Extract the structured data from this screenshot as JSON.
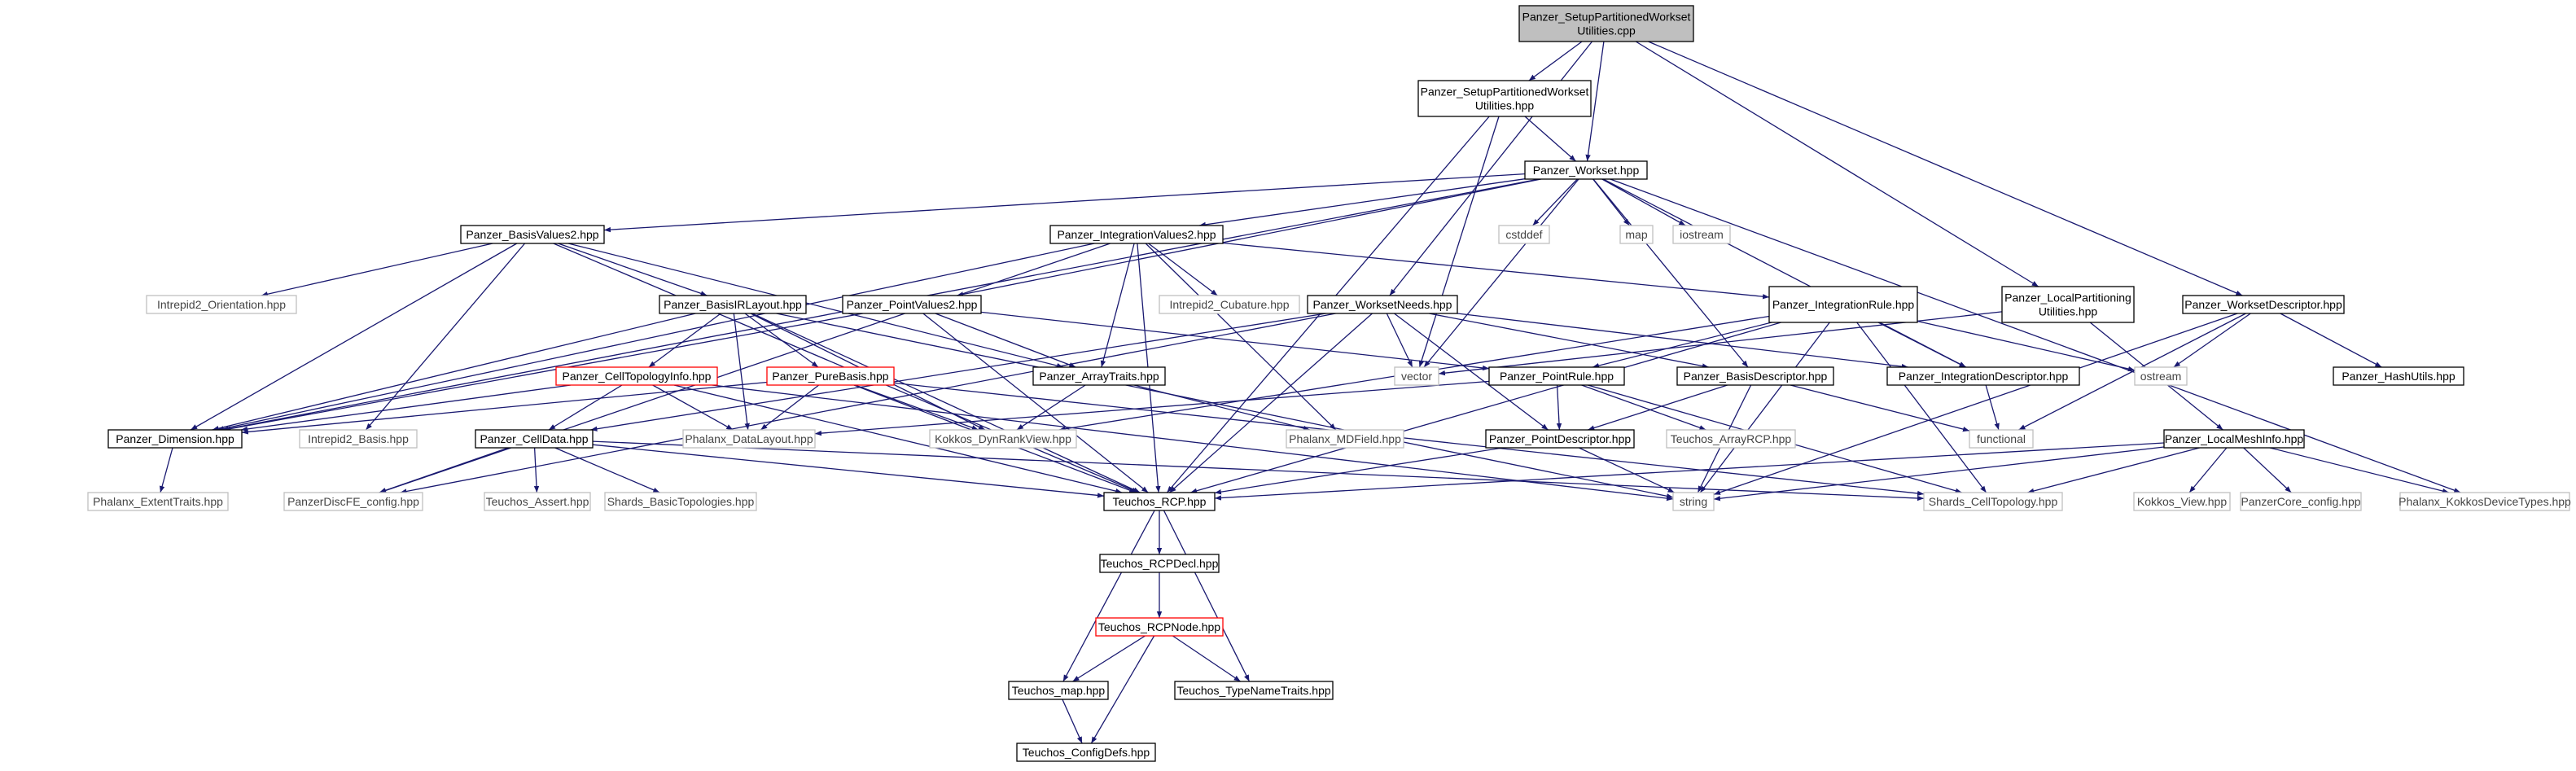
{
  "graph": {
    "nodes": {
      "root": {
        "lines": [
          "Panzer_SetupPartitionedWorkset",
          "Utilities.cpp"
        ],
        "kind": "root"
      },
      "setup_hpp": {
        "lines": [
          "Panzer_SetupPartitionedWorkset",
          "Utilities.hpp"
        ],
        "kind": "normal"
      },
      "workset": {
        "lines": [
          "Panzer_Workset.hpp"
        ],
        "kind": "normal"
      },
      "basisvalues2": {
        "lines": [
          "Panzer_BasisValues2.hpp"
        ],
        "kind": "normal"
      },
      "intvalues2": {
        "lines": [
          "Panzer_IntegrationValues2.hpp"
        ],
        "kind": "normal"
      },
      "cstddef": {
        "lines": [
          "cstddef"
        ],
        "kind": "external"
      },
      "map": {
        "lines": [
          "map"
        ],
        "kind": "external"
      },
      "iostream": {
        "lines": [
          "iostream"
        ],
        "kind": "external"
      },
      "intrepid2_orient": {
        "lines": [
          "Intrepid2_Orientation.hpp"
        ],
        "kind": "external"
      },
      "basisirlayout": {
        "lines": [
          "Panzer_BasisIRLayout.hpp"
        ],
        "kind": "normal"
      },
      "pointvalues2": {
        "lines": [
          "Panzer_PointValues2.hpp"
        ],
        "kind": "normal"
      },
      "intrepid2_cub": {
        "lines": [
          "Intrepid2_Cubature.hpp"
        ],
        "kind": "external"
      },
      "worksetneeds": {
        "lines": [
          "Panzer_WorksetNeeds.hpp"
        ],
        "kind": "normal"
      },
      "intrule": {
        "lines": [
          "Panzer_IntegrationRule.hpp"
        ],
        "kind": "normal"
      },
      "localpart": {
        "lines": [
          "Panzer_LocalPartitioning",
          "Utilities.hpp"
        ],
        "kind": "normal"
      },
      "worksetdesc": {
        "lines": [
          "Panzer_WorksetDescriptor.hpp"
        ],
        "kind": "normal"
      },
      "celltopoinfo": {
        "lines": [
          "Panzer_CellTopologyInfo.hpp"
        ],
        "kind": "red"
      },
      "purebasis": {
        "lines": [
          "Panzer_PureBasis.hpp"
        ],
        "kind": "red"
      },
      "arraytraits": {
        "lines": [
          "Panzer_ArrayTraits.hpp"
        ],
        "kind": "normal"
      },
      "vector": {
        "lines": [
          "vector"
        ],
        "kind": "external"
      },
      "pointrule": {
        "lines": [
          "Panzer_PointRule.hpp"
        ],
        "kind": "normal"
      },
      "basisdesc": {
        "lines": [
          "Panzer_BasisDescriptor.hpp"
        ],
        "kind": "normal"
      },
      "intdesc": {
        "lines": [
          "Panzer_IntegrationDescriptor.hpp"
        ],
        "kind": "normal"
      },
      "ostream": {
        "lines": [
          "ostream"
        ],
        "kind": "external"
      },
      "hashutils": {
        "lines": [
          "Panzer_HashUtils.hpp"
        ],
        "kind": "normal"
      },
      "dimension": {
        "lines": [
          "Panzer_Dimension.hpp"
        ],
        "kind": "normal"
      },
      "intrepid2_basis": {
        "lines": [
          "Intrepid2_Basis.hpp"
        ],
        "kind": "external"
      },
      "celldata": {
        "lines": [
          "Panzer_CellData.hpp"
        ],
        "kind": "normal"
      },
      "datalayout": {
        "lines": [
          "Phalanx_DataLayout.hpp"
        ],
        "kind": "external"
      },
      "dynrankview": {
        "lines": [
          "Kokkos_DynRankView.hpp"
        ],
        "kind": "external"
      },
      "mdfield": {
        "lines": [
          "Phalanx_MDField.hpp"
        ],
        "kind": "external"
      },
      "pointdesc": {
        "lines": [
          "Panzer_PointDescriptor.hpp"
        ],
        "kind": "normal"
      },
      "arrayrcp": {
        "lines": [
          "Teuchos_ArrayRCP.hpp"
        ],
        "kind": "external"
      },
      "functional": {
        "lines": [
          "functional"
        ],
        "kind": "external"
      },
      "localmeshinfo": {
        "lines": [
          "Panzer_LocalMeshInfo.hpp"
        ],
        "kind": "normal"
      },
      "kokkosdevtypes": {
        "lines": [
          "Phalanx_KokkosDeviceTypes.hpp"
        ],
        "kind": "external"
      },
      "extenttraits": {
        "lines": [
          "Phalanx_ExtentTraits.hpp"
        ],
        "kind": "external"
      },
      "discfe": {
        "lines": [
          "PanzerDiscFE_config.hpp"
        ],
        "kind": "external"
      },
      "assert": {
        "lines": [
          "Teuchos_Assert.hpp"
        ],
        "kind": "external"
      },
      "basictopo": {
        "lines": [
          "Shards_BasicTopologies.hpp"
        ],
        "kind": "external"
      },
      "rcp": {
        "lines": [
          "Teuchos_RCP.hpp"
        ],
        "kind": "normal"
      },
      "string": {
        "lines": [
          "string"
        ],
        "kind": "external"
      },
      "celltopology": {
        "lines": [
          "Shards_CellTopology.hpp"
        ],
        "kind": "external"
      },
      "kokkosview": {
        "lines": [
          "Kokkos_View.hpp"
        ],
        "kind": "external"
      },
      "corecfg": {
        "lines": [
          "PanzerCore_config.hpp"
        ],
        "kind": "external"
      },
      "rcpdecl": {
        "lines": [
          "Teuchos_RCPDecl.hpp"
        ],
        "kind": "normal"
      },
      "rcpnode": {
        "lines": [
          "Teuchos_RCPNode.hpp"
        ],
        "kind": "red"
      },
      "tmap": {
        "lines": [
          "Teuchos_map.hpp"
        ],
        "kind": "normal"
      },
      "typenametraits": {
        "lines": [
          "Teuchos_TypeNameTraits.hpp"
        ],
        "kind": "normal"
      },
      "configdefs": {
        "lines": [
          "Teuchos_ConfigDefs.hpp"
        ],
        "kind": "normal"
      }
    },
    "edges": [
      [
        "root",
        "setup_hpp"
      ],
      [
        "root",
        "workset"
      ],
      [
        "root",
        "worksetneeds"
      ],
      [
        "root",
        "localpart"
      ],
      [
        "root",
        "worksetdesc"
      ],
      [
        "setup_hpp",
        "workset"
      ],
      [
        "setup_hpp",
        "vector"
      ],
      [
        "setup_hpp",
        "rcp"
      ],
      [
        "workset",
        "basisvalues2"
      ],
      [
        "workset",
        "intvalues2"
      ],
      [
        "workset",
        "cstddef"
      ],
      [
        "workset",
        "map"
      ],
      [
        "workset",
        "iostream"
      ],
      [
        "workset",
        "pointvalues2"
      ],
      [
        "workset",
        "vector"
      ],
      [
        "workset",
        "basisdesc"
      ],
      [
        "workset",
        "intdesc"
      ],
      [
        "workset",
        "dimension"
      ],
      [
        "workset",
        "kokkosdevtypes"
      ],
      [
        "basisvalues2",
        "intrepid2_orient"
      ],
      [
        "basisvalues2",
        "basisirlayout"
      ],
      [
        "basisvalues2",
        "arraytraits"
      ],
      [
        "basisvalues2",
        "dimension"
      ],
      [
        "basisvalues2",
        "intrepid2_basis"
      ],
      [
        "basisvalues2",
        "rcp"
      ],
      [
        "intvalues2",
        "intrepid2_cub"
      ],
      [
        "intvalues2",
        "arraytraits"
      ],
      [
        "intvalues2",
        "intrule"
      ],
      [
        "intvalues2",
        "dimension"
      ],
      [
        "intvalues2",
        "mdfield"
      ],
      [
        "intvalues2",
        "rcp"
      ],
      [
        "intvalues2",
        "discfe"
      ],
      [
        "basisirlayout",
        "celltopoinfo"
      ],
      [
        "basisirlayout",
        "purebasis"
      ],
      [
        "basisirlayout",
        "dimension"
      ],
      [
        "basisirlayout",
        "datalayout"
      ],
      [
        "basisirlayout",
        "dynrankview"
      ],
      [
        "basisirlayout",
        "rcp"
      ],
      [
        "basisirlayout",
        "string"
      ],
      [
        "pointvalues2",
        "arraytraits"
      ],
      [
        "pointvalues2",
        "pointrule"
      ],
      [
        "pointvalues2",
        "dimension"
      ],
      [
        "pointvalues2",
        "rcp"
      ],
      [
        "worksetneeds",
        "basisdesc"
      ],
      [
        "worksetneeds",
        "intdesc"
      ],
      [
        "worksetneeds",
        "pointdesc"
      ],
      [
        "worksetneeds",
        "vector"
      ],
      [
        "worksetneeds",
        "celldata"
      ],
      [
        "worksetneeds",
        "discfe"
      ],
      [
        "worksetneeds",
        "rcp"
      ],
      [
        "intrule",
        "pointrule"
      ],
      [
        "intrule",
        "intdesc"
      ],
      [
        "intrule",
        "ostream"
      ],
      [
        "intrule",
        "dynrankview"
      ],
      [
        "intrule",
        "string"
      ],
      [
        "intrule",
        "rcp"
      ],
      [
        "intrule",
        "celltopology"
      ],
      [
        "localpart",
        "localmeshinfo"
      ],
      [
        "localpart",
        "vector"
      ],
      [
        "worksetdesc",
        "ostream"
      ],
      [
        "worksetdesc",
        "hashutils"
      ],
      [
        "worksetdesc",
        "functional"
      ],
      [
        "worksetdesc",
        "string"
      ],
      [
        "celltopoinfo",
        "celldata"
      ],
      [
        "celltopoinfo",
        "datalayout"
      ],
      [
        "celltopoinfo",
        "dimension"
      ],
      [
        "celltopoinfo",
        "rcp"
      ],
      [
        "celltopoinfo",
        "string"
      ],
      [
        "purebasis",
        "dimension"
      ],
      [
        "purebasis",
        "datalayout"
      ],
      [
        "purebasis",
        "dynrankview"
      ],
      [
        "purebasis",
        "rcp"
      ],
      [
        "purebasis",
        "celltopology"
      ],
      [
        "arraytraits",
        "dynrankview"
      ],
      [
        "arraytraits",
        "mdfield"
      ],
      [
        "pointrule",
        "pointdesc"
      ],
      [
        "pointrule",
        "arrayrcp"
      ],
      [
        "pointrule",
        "datalayout"
      ],
      [
        "pointrule",
        "celltopology"
      ],
      [
        "basisdesc",
        "pointdesc"
      ],
      [
        "basisdesc",
        "functional"
      ],
      [
        "basisdesc",
        "string"
      ],
      [
        "intdesc",
        "functional"
      ],
      [
        "dimension",
        "extenttraits"
      ],
      [
        "celldata",
        "discfe"
      ],
      [
        "celldata",
        "assert"
      ],
      [
        "celldata",
        "basictopo"
      ],
      [
        "celldata",
        "rcp"
      ],
      [
        "celldata",
        "celltopology"
      ],
      [
        "pointdesc",
        "rcp"
      ],
      [
        "pointdesc",
        "string"
      ],
      [
        "localmeshinfo",
        "rcp"
      ],
      [
        "localmeshinfo",
        "kokkosview"
      ],
      [
        "localmeshinfo",
        "corecfg"
      ],
      [
        "localmeshinfo",
        "kokkosdevtypes"
      ],
      [
        "localmeshinfo",
        "string"
      ],
      [
        "localmeshinfo",
        "celltopology"
      ],
      [
        "rcp",
        "rcpdecl"
      ],
      [
        "rcp",
        "tmap"
      ],
      [
        "rcp",
        "typenametraits"
      ],
      [
        "rcpdecl",
        "rcpnode"
      ],
      [
        "rcpnode",
        "tmap"
      ],
      [
        "rcpnode",
        "typenametraits"
      ],
      [
        "rcpnode",
        "configdefs"
      ],
      [
        "tmap",
        "configdefs"
      ]
    ]
  },
  "colors": {
    "edge": "#191970",
    "root_fill": "#bfbfbf",
    "red_border": "#ff0000",
    "external_border": "#bfbfbf",
    "normal_border": "#000000"
  }
}
